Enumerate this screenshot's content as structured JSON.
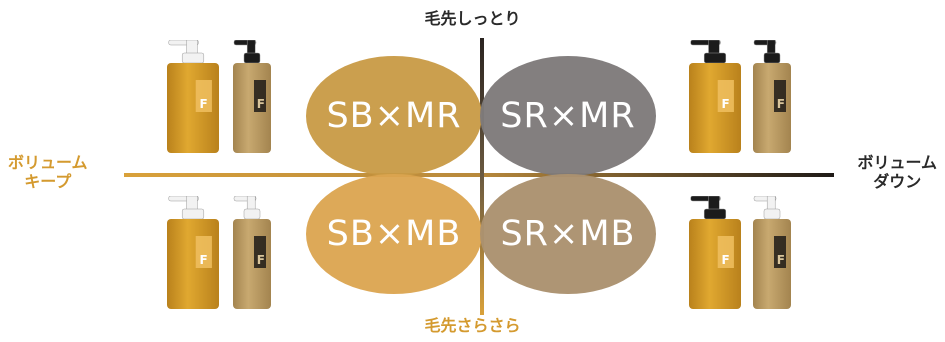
{
  "axes": {
    "top": "毛先しっとり",
    "bottom": "毛先さらさら",
    "left": [
      "ボリューム",
      "キープ"
    ],
    "right": [
      "ボリューム",
      "ダウン"
    ]
  },
  "quadrants": [
    {
      "id": "top-left",
      "label": "SB×MR",
      "color": "#c99a45"
    },
    {
      "id": "top-right",
      "label": "SR×MR",
      "color": "#7f7b7b"
    },
    {
      "id": "bottom-left",
      "label": "SB×MB",
      "color": "#dca550"
    },
    {
      "id": "bottom-right",
      "label": "SR×MB",
      "color": "#ac9270"
    }
  ],
  "colors": {
    "gold": "#d49a2f",
    "dark": "#2a2a2a"
  },
  "products": [
    {
      "id": "tl-1",
      "icon": "shampoo-bottle-icon",
      "pump": "white",
      "body": "amber"
    },
    {
      "id": "tl-2",
      "icon": "conditioner-bottle-icon",
      "pump": "black",
      "body": "beige"
    },
    {
      "id": "tr-1",
      "icon": "shampoo-bottle-icon",
      "pump": "black",
      "body": "amber"
    },
    {
      "id": "tr-2",
      "icon": "conditioner-bottle-icon",
      "pump": "black",
      "body": "beige"
    },
    {
      "id": "bl-1",
      "icon": "shampoo-bottle-icon",
      "pump": "white",
      "body": "amber"
    },
    {
      "id": "bl-2",
      "icon": "conditioner-bottle-icon",
      "pump": "white",
      "body": "beige"
    },
    {
      "id": "br-1",
      "icon": "shampoo-bottle-icon",
      "pump": "black",
      "body": "amber"
    },
    {
      "id": "br-2",
      "icon": "conditioner-bottle-icon",
      "pump": "white",
      "body": "beige"
    }
  ]
}
